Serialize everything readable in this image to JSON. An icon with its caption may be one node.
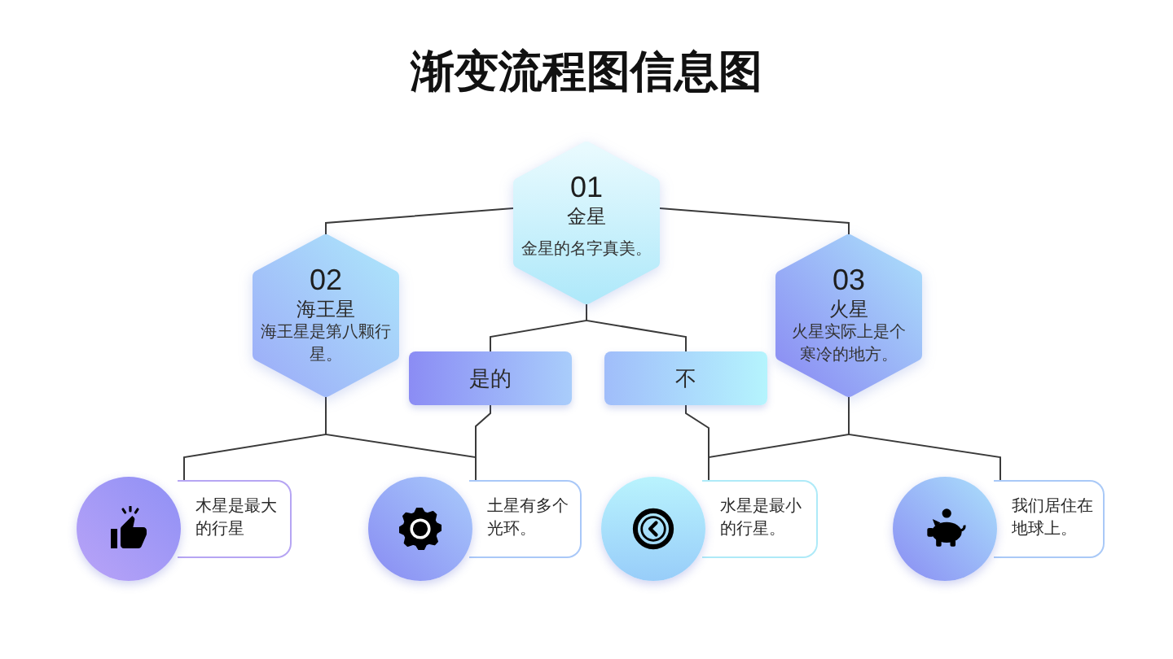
{
  "diagram": {
    "title": "渐变流程图信息图",
    "nodes": [
      {
        "text": [
          "01",
          "金星",
          "金星的名字真美。"
        ]
      },
      {
        "text": [
          "02",
          "海王星",
          "海王星是第八颗行星。"
        ]
      },
      {
        "text": [
          "03",
          "火星",
          "火星实际上是个寒冷的地方。"
        ]
      },
      {
        "text": [
          "是的"
        ]
      },
      {
        "text": [
          "不"
        ]
      },
      {
        "text": [
          "木星是最大的行星"
        ]
      },
      {
        "text": [
          "土星有多个光环。"
        ]
      },
      {
        "text": [
          "水星是最小的行星。"
        ]
      },
      {
        "text": [
          "我们居住在地球上。"
        ]
      }
    ],
    "edges": [
      {
        "from": 0,
        "to": 1,
        "arrow": "none"
      },
      {
        "from": 0,
        "to": 2,
        "arrow": "none"
      },
      {
        "from": 0,
        "to": 3,
        "arrow": "none"
      },
      {
        "from": 0,
        "to": 4,
        "arrow": "none"
      },
      {
        "from": 1,
        "to": 5,
        "arrow": "none"
      },
      {
        "from": 1,
        "to": 6,
        "arrow": "none"
      },
      {
        "from": 3,
        "to": 6,
        "arrow": "none"
      },
      {
        "from": 4,
        "to": 7,
        "arrow": "none"
      },
      {
        "from": 2,
        "to": 7,
        "arrow": "none"
      },
      {
        "from": 2,
        "to": 8,
        "arrow": "none"
      }
    ]
  }
}
